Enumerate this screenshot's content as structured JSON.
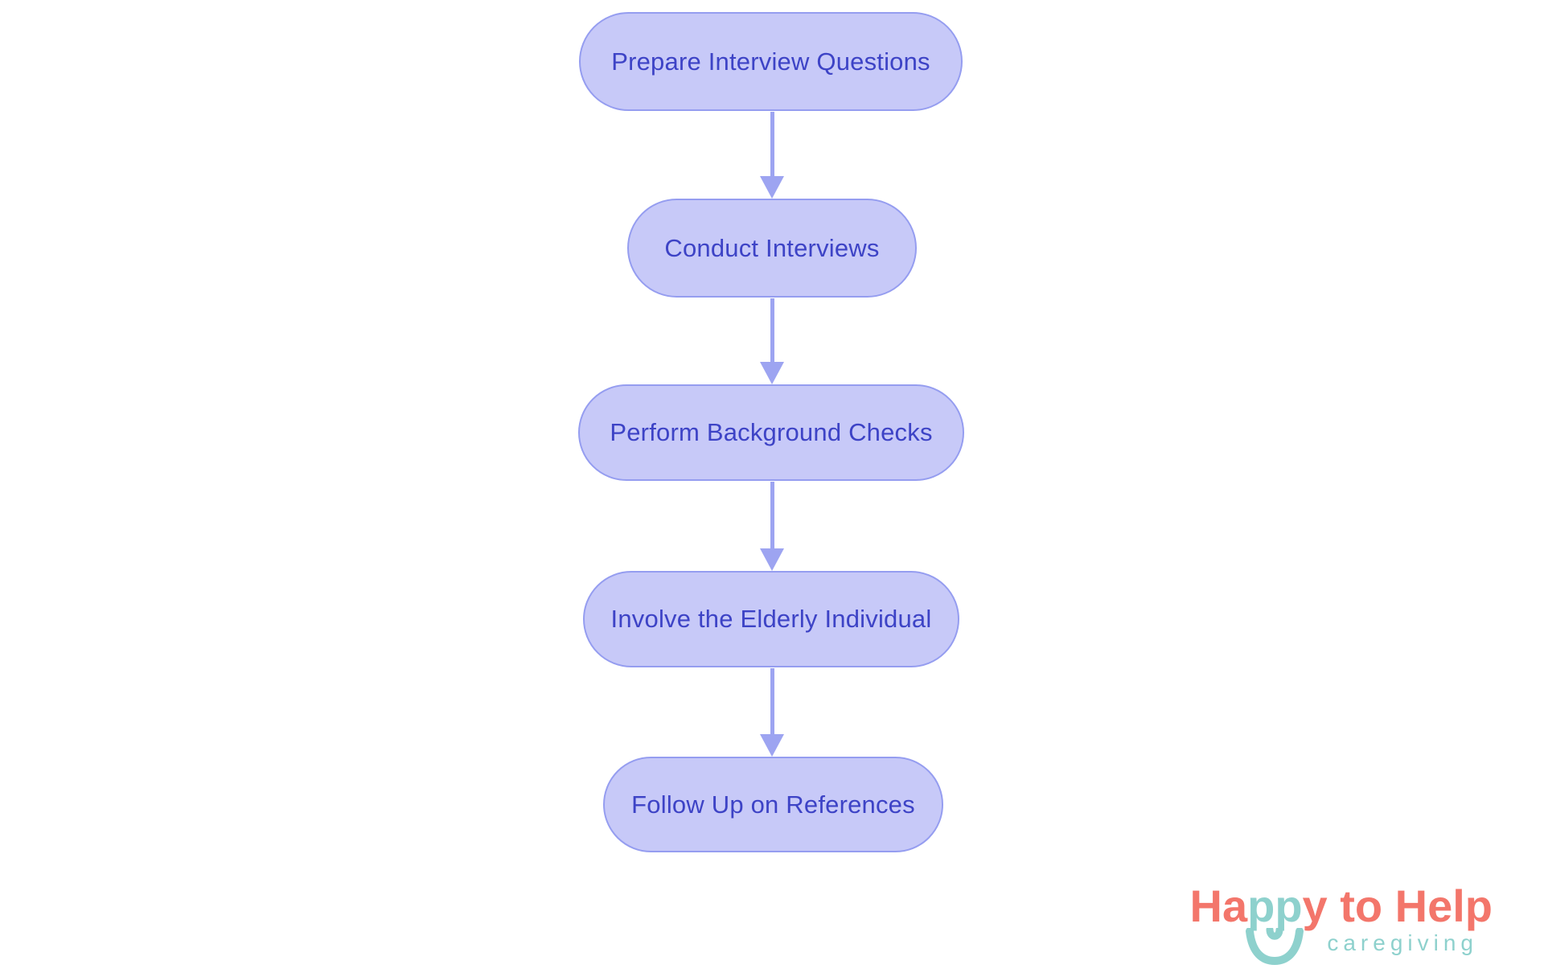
{
  "page": {
    "background": "#ffffff"
  },
  "flowchart": {
    "type": "flowchart",
    "direction": "top-down",
    "colors": {
      "node_fill": "#c7c9f8",
      "node_border": "#959df0",
      "node_text": "#3d43c6",
      "arrow_color": "#9da4f1",
      "page_background": "#ffffff"
    },
    "nodes": [
      {
        "id": 1,
        "label": "Prepare Interview Questions"
      },
      {
        "id": 2,
        "label": "Conduct Interviews"
      },
      {
        "id": 3,
        "label": "Perform Background Checks"
      },
      {
        "id": 4,
        "label": "Involve the Elderly Individual"
      },
      {
        "id": 5,
        "label": "Follow Up on References"
      }
    ],
    "edges": [
      {
        "from": 1,
        "to": 2
      },
      {
        "from": 2,
        "to": 3
      },
      {
        "from": 3,
        "to": 4
      },
      {
        "from": 4,
        "to": 5
      }
    ]
  },
  "logo": {
    "brand_segments": [
      {
        "text": "Ha",
        "color": "#f3766b"
      },
      {
        "text": "pp",
        "color": "#8ed1cd"
      },
      {
        "text": "y to Help",
        "color": "#f3766b"
      }
    ],
    "tagline": "caregiving",
    "tagline_color": "#8ed1cd",
    "smiley_color": "#8ed1cd"
  }
}
